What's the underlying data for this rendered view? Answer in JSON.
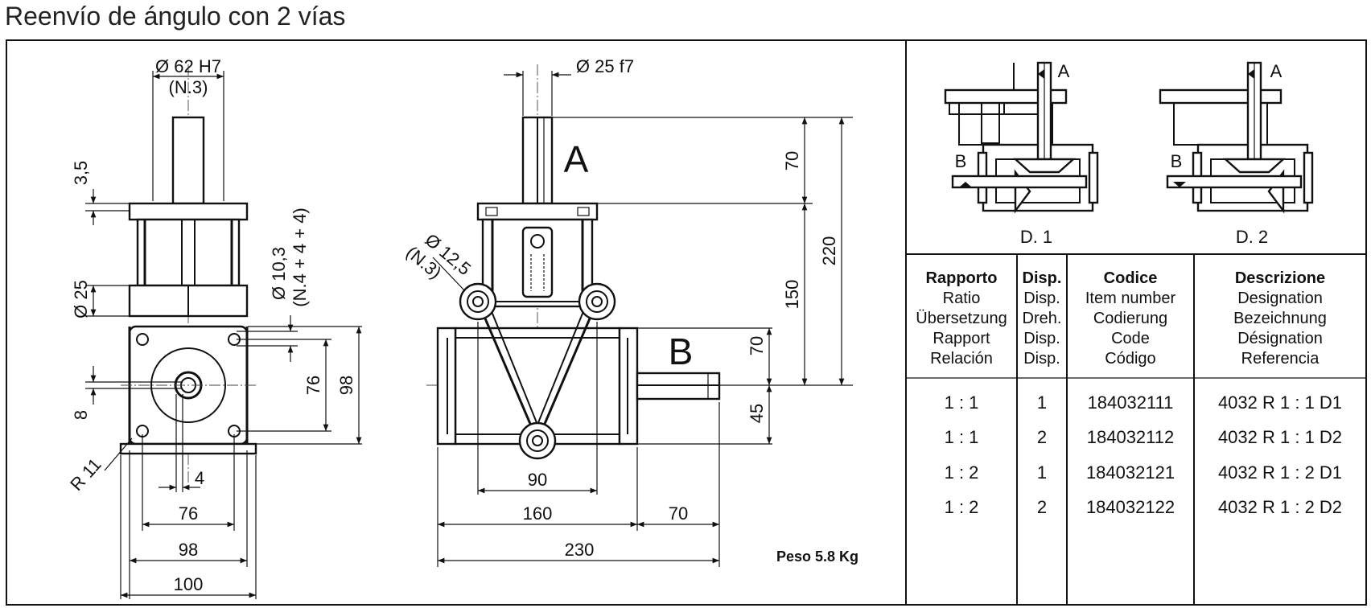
{
  "title": "Reenvío de ángulo con 2 vías",
  "drawing": {
    "front": {
      "bore": "Ø  62  H7",
      "bore_note": "(N.3)",
      "dim_3_5": "3,5",
      "dim_25": "Ø  25",
      "holes": "Ø  10,3",
      "holes_note": "(N.4 + 4 + 4)",
      "dim_76_v": "76",
      "dim_98_v": "98",
      "dim_8": "8",
      "radius": "R 11",
      "dim_4": "4",
      "dim_76_h": "76",
      "dim_98_h": "98",
      "dim_100": "100"
    },
    "side": {
      "shaft": "Ø  25  f7",
      "label_a": "A",
      "label_b": "B",
      "pulley": "Ø  12,5",
      "pulley_note": "(N.3)",
      "dim_70_top": "70",
      "dim_220": "220",
      "dim_150": "150",
      "dim_70_mid": "70",
      "dim_45": "45",
      "dim_90": "90",
      "dim_160": "160",
      "dim_70_h": "70",
      "dim_230": "230"
    },
    "weight": "Peso 5.8 Kg"
  },
  "schematics": [
    {
      "label": "D. 1",
      "shaft_a": "A",
      "shaft_b": "B"
    },
    {
      "label": "D. 2",
      "shaft_a": "A",
      "shaft_b": "B"
    }
  ],
  "table": {
    "headers": [
      {
        "bold": "Rapporto",
        "lines": [
          "Ratio",
          "Übersetzung",
          "Rapport",
          "Relación"
        ]
      },
      {
        "bold": "Disp.",
        "lines": [
          "Disp.",
          "Dreh.",
          "Disp.",
          "Disp."
        ]
      },
      {
        "bold": "Codice",
        "lines": [
          "Item number",
          "Codierung",
          "Code",
          "Código"
        ]
      },
      {
        "bold": "Descrizione",
        "lines": [
          "Designation",
          "Bezeichnung",
          "Désignation",
          "Referencia"
        ]
      }
    ],
    "rows": [
      {
        "ratio": "1 : 1",
        "disp": "1",
        "code": "184032111",
        "desc": "4032 R 1 : 1 D1"
      },
      {
        "ratio": "1 : 1",
        "disp": "2",
        "code": "184032112",
        "desc": "4032 R 1 : 1 D2"
      },
      {
        "ratio": "1 : 2",
        "disp": "1",
        "code": "184032121",
        "desc": "4032 R 1 : 2 D1"
      },
      {
        "ratio": "1 : 2",
        "disp": "2",
        "code": "184032122",
        "desc": "4032 R 1 : 2 D2"
      }
    ]
  }
}
